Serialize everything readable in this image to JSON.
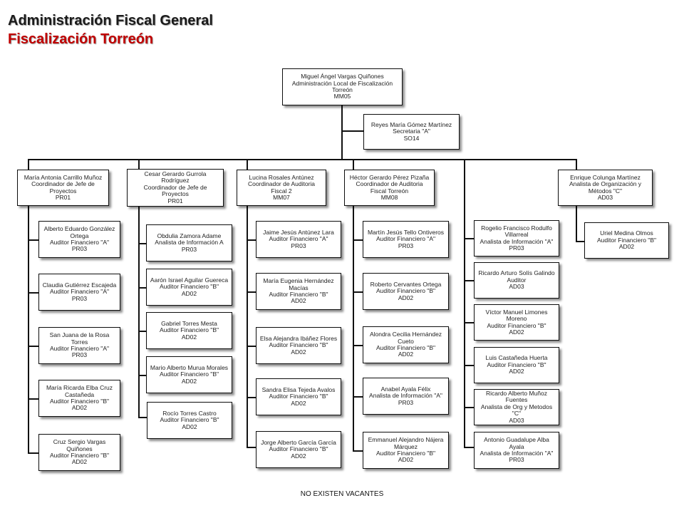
{
  "header": {
    "title": "Administración Fiscal General",
    "subtitle": "Fiscalización Torreón"
  },
  "chart": {
    "head": "Miguel Ángel Vargas Quiñones\nAdministración  Local de Fiscalización\nTorreón\nMM05",
    "secretary": "Reyes María Gómez Martínez\nSecretaria  \"A\"\nSO14",
    "col1": {
      "lead": "María Antonia Carrillo Muñoz\nCoordinador  de Jefe de\nProyectos\nPR01",
      "staff": [
        "Alberto Eduardo González\nOrtega\nAuditor  Financiero \"A\"\nPR03",
        "Claudia Gutiérrez Escajeda\nAuditor  Financiero \"A\"\nPR03",
        "San Juana de la Rosa\nTorres\nAuditor  Financiero \"A\"\nPR03",
        "María Ricarda Elba Cruz\nCastañeda\nAuditor  Financiero \"B\"\nAD02",
        "Cruz Sergio Vargas\nQuiñones\nAuditor  Financiero \"B\"\nAD02"
      ]
    },
    "col2": {
      "lead": "Cesar Gerardo Gurrola\nRodríguez\nCoordinador  de Jefe de\nProyectos\nPR01",
      "staff": [
        "Obdulia Zamora Adame\nAnalista de Información A\nPR03",
        "Aarón Israel Aguilar Guereca\nAuditor  Financiero \"B\"\nAD02",
        "Gabriel Torres Mesta\nAuditor  Financiero \"B\"\nAD02",
        "Mario Alberto  Murua Morales\nAuditor  Financiero \"B\"\nAD02",
        "Rocío Torres Castro\nAuditor  Financiero \"B\"\nAD02"
      ]
    },
    "col3": {
      "lead": "Lucina Rosales Antúnez\nCoordinador  de Auditoria\nFiscal 2\nMM07",
      "staff": [
        "Jaime Jesús Antúnez Lara\nAuditor  Financiero \"A\"\nPR03",
        "María Eugenia Hernández\nMacías\nAuditor  Financiero \"B\"\nAD02",
        "Elsa Alejandra Ibáñez Flores\nAuditor  Financiero \"B\"\nAD02",
        "Sandra Elisa Tejeda Avalos\nAuditor  Financiero \"B\"\nAD02",
        "Jorge Alberto García García\nAuditor  Financiero \"B\"\nAD02"
      ]
    },
    "col4": {
      "lead": "Héctor Gerardo Pérez Pizaña\nCoordinador  de Auditoria\nFiscal Torreón\nMM08",
      "staff": [
        "Martín Jesús Tello Ontiveros\nAuditor  Financiero \"A\"\nPR03",
        "Roberto Cervantes Ortega\nAuditor  Financiero \"B\"\nAD02",
        "Alondra Cecilia Hernández\nCueto\nAuditor  Financiero \"B\"\nAD02",
        "Anabel Ayala Félix\nAnalista de Información  \"A\"\nPR03",
        "Emmanuel Alejandro Nájera\nMárquez\nAuditor  Financiero \"B\"\nAD02"
      ]
    },
    "col5": {
      "staff": [
        "Rogelio Francisco Rodulfo\nVillarreal\nAnalista de Información  \"A\"\nPR03",
        "Ricardo Arturo Solís Galindo\nAuditor\nAD03",
        "Víctor Manuel Limones\nMoreno\nAuditor  Financiero \"B\"\nAD02",
        "Luis Castañeda Huerta\nAuditor  Financiero \"B\"\nAD02",
        "Ricardo Alberto Muñoz\nFuentes\nAnalista  de Org y Metodos\n\"C\"\nAD03",
        "Antonio Guadalupe Alba\nAyala\nAnalista de Información  \"A\"\nPR03"
      ]
    },
    "col6": {
      "lead": "Enrique Colunga Martínez\nAnalista de Organización  y\nMétodos \"C\"\nAD03",
      "staff": [
        "Uriel Medina Olmos\nAuditor  Financiero \"B\"\nAD02"
      ]
    }
  },
  "footer": "NO EXISTEN VACANTES"
}
